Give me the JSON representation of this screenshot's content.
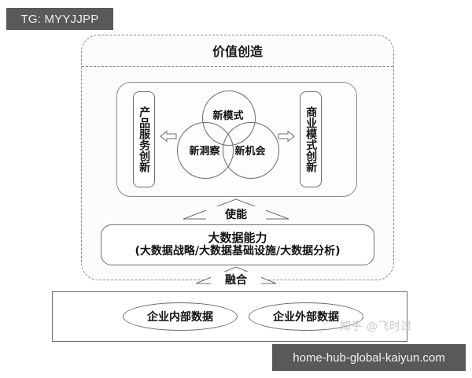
{
  "top_banner": {
    "label": "TG: MYYJJPP"
  },
  "bottom_banner": {
    "label": "home-hub-global-kaiyun.com"
  },
  "diagram": {
    "outer_title": "价值创造",
    "side_boxes": {
      "left": "产品服务创新",
      "right": "商业模式创新"
    },
    "venn": {
      "top": "新模式",
      "left": "新洞察",
      "right": "新机会"
    },
    "arrows": {
      "enable": "使能",
      "fusion": "融合"
    },
    "capability": {
      "title": "大数据能力",
      "subtitle": "(大数据战略/大数据基础设施/大数据分析)"
    },
    "sources": {
      "internal": "企业内部数据",
      "external": "企业外部数据"
    }
  },
  "watermark": {
    "zhihu": "知乎 @飞时过"
  },
  "colors": {
    "banner_bg": "#595959",
    "banner_text": "#f0f0f0",
    "line": "#6e6e6e",
    "dashed_line": "#8a8a8a",
    "text": "#111111",
    "watermark": "#c9c9c9"
  }
}
